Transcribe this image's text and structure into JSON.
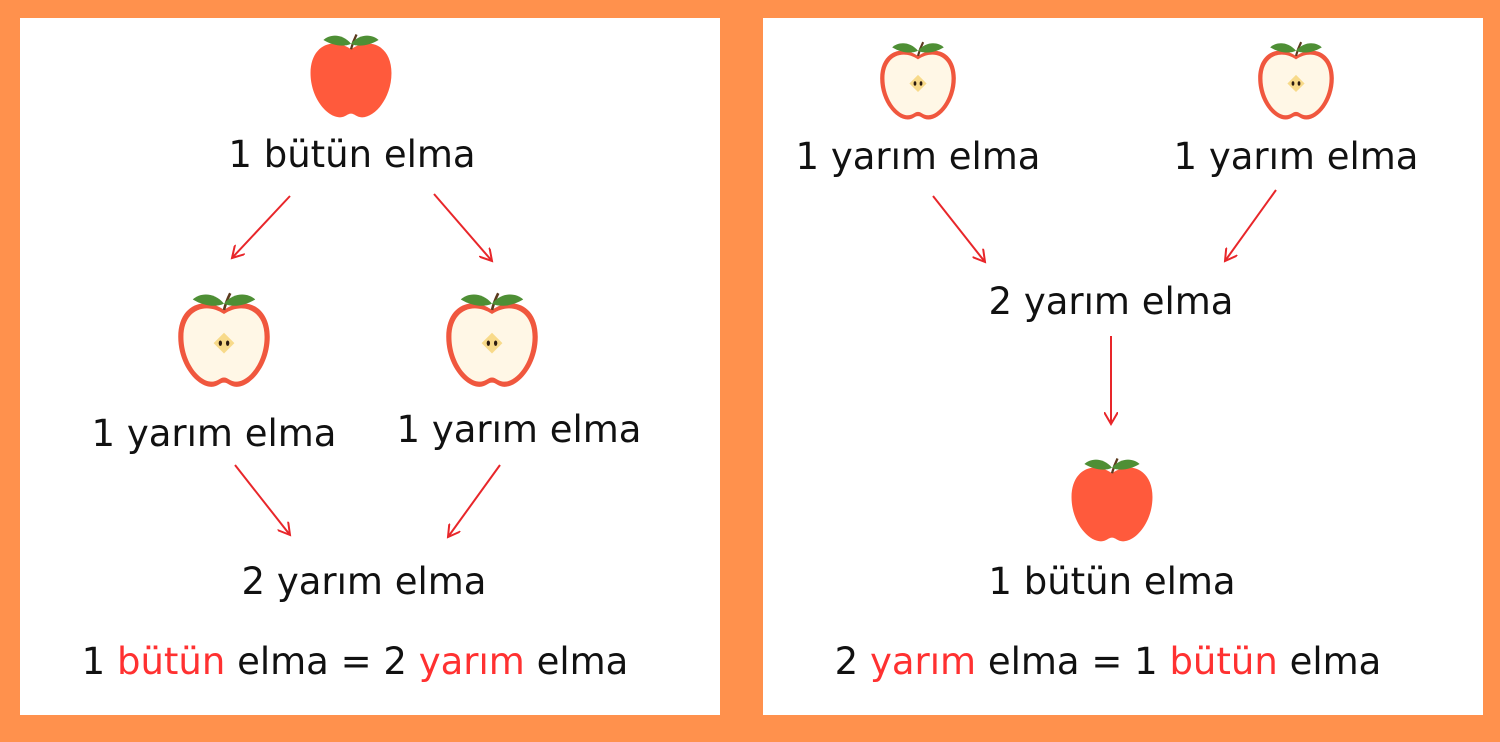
{
  "colors": {
    "background": "#FF914D",
    "panel": "#FFFFFF",
    "arrow": "#E8262A",
    "highlight": "#FF3131",
    "text": "#111111",
    "apple_red": "#FF5A3C",
    "leaf": "#4E8F35"
  },
  "left": {
    "top_label": "1 bütün elma",
    "half_left_label": "1 yarım elma",
    "half_right_label": "1 yarım elma",
    "sum_label": "2 yarım elma",
    "equation": {
      "part1": "1 ",
      "part2": "bütün",
      "part3": " elma = 2 ",
      "part4": "yarım",
      "part5": " elma"
    }
  },
  "right": {
    "half_left_label": "1 yarım elma",
    "half_right_label": "1 yarım elma",
    "sum_label": "2 yarım elma",
    "whole_label": "1 bütün elma",
    "equation": {
      "part1": "2 ",
      "part2": "yarım",
      "part3": " elma = 1 ",
      "part4": "bütün",
      "part5": " elma"
    }
  },
  "icons": {
    "whole": "whole-apple-icon",
    "half": "half-apple-icon",
    "arrow": "arrow-icon"
  }
}
